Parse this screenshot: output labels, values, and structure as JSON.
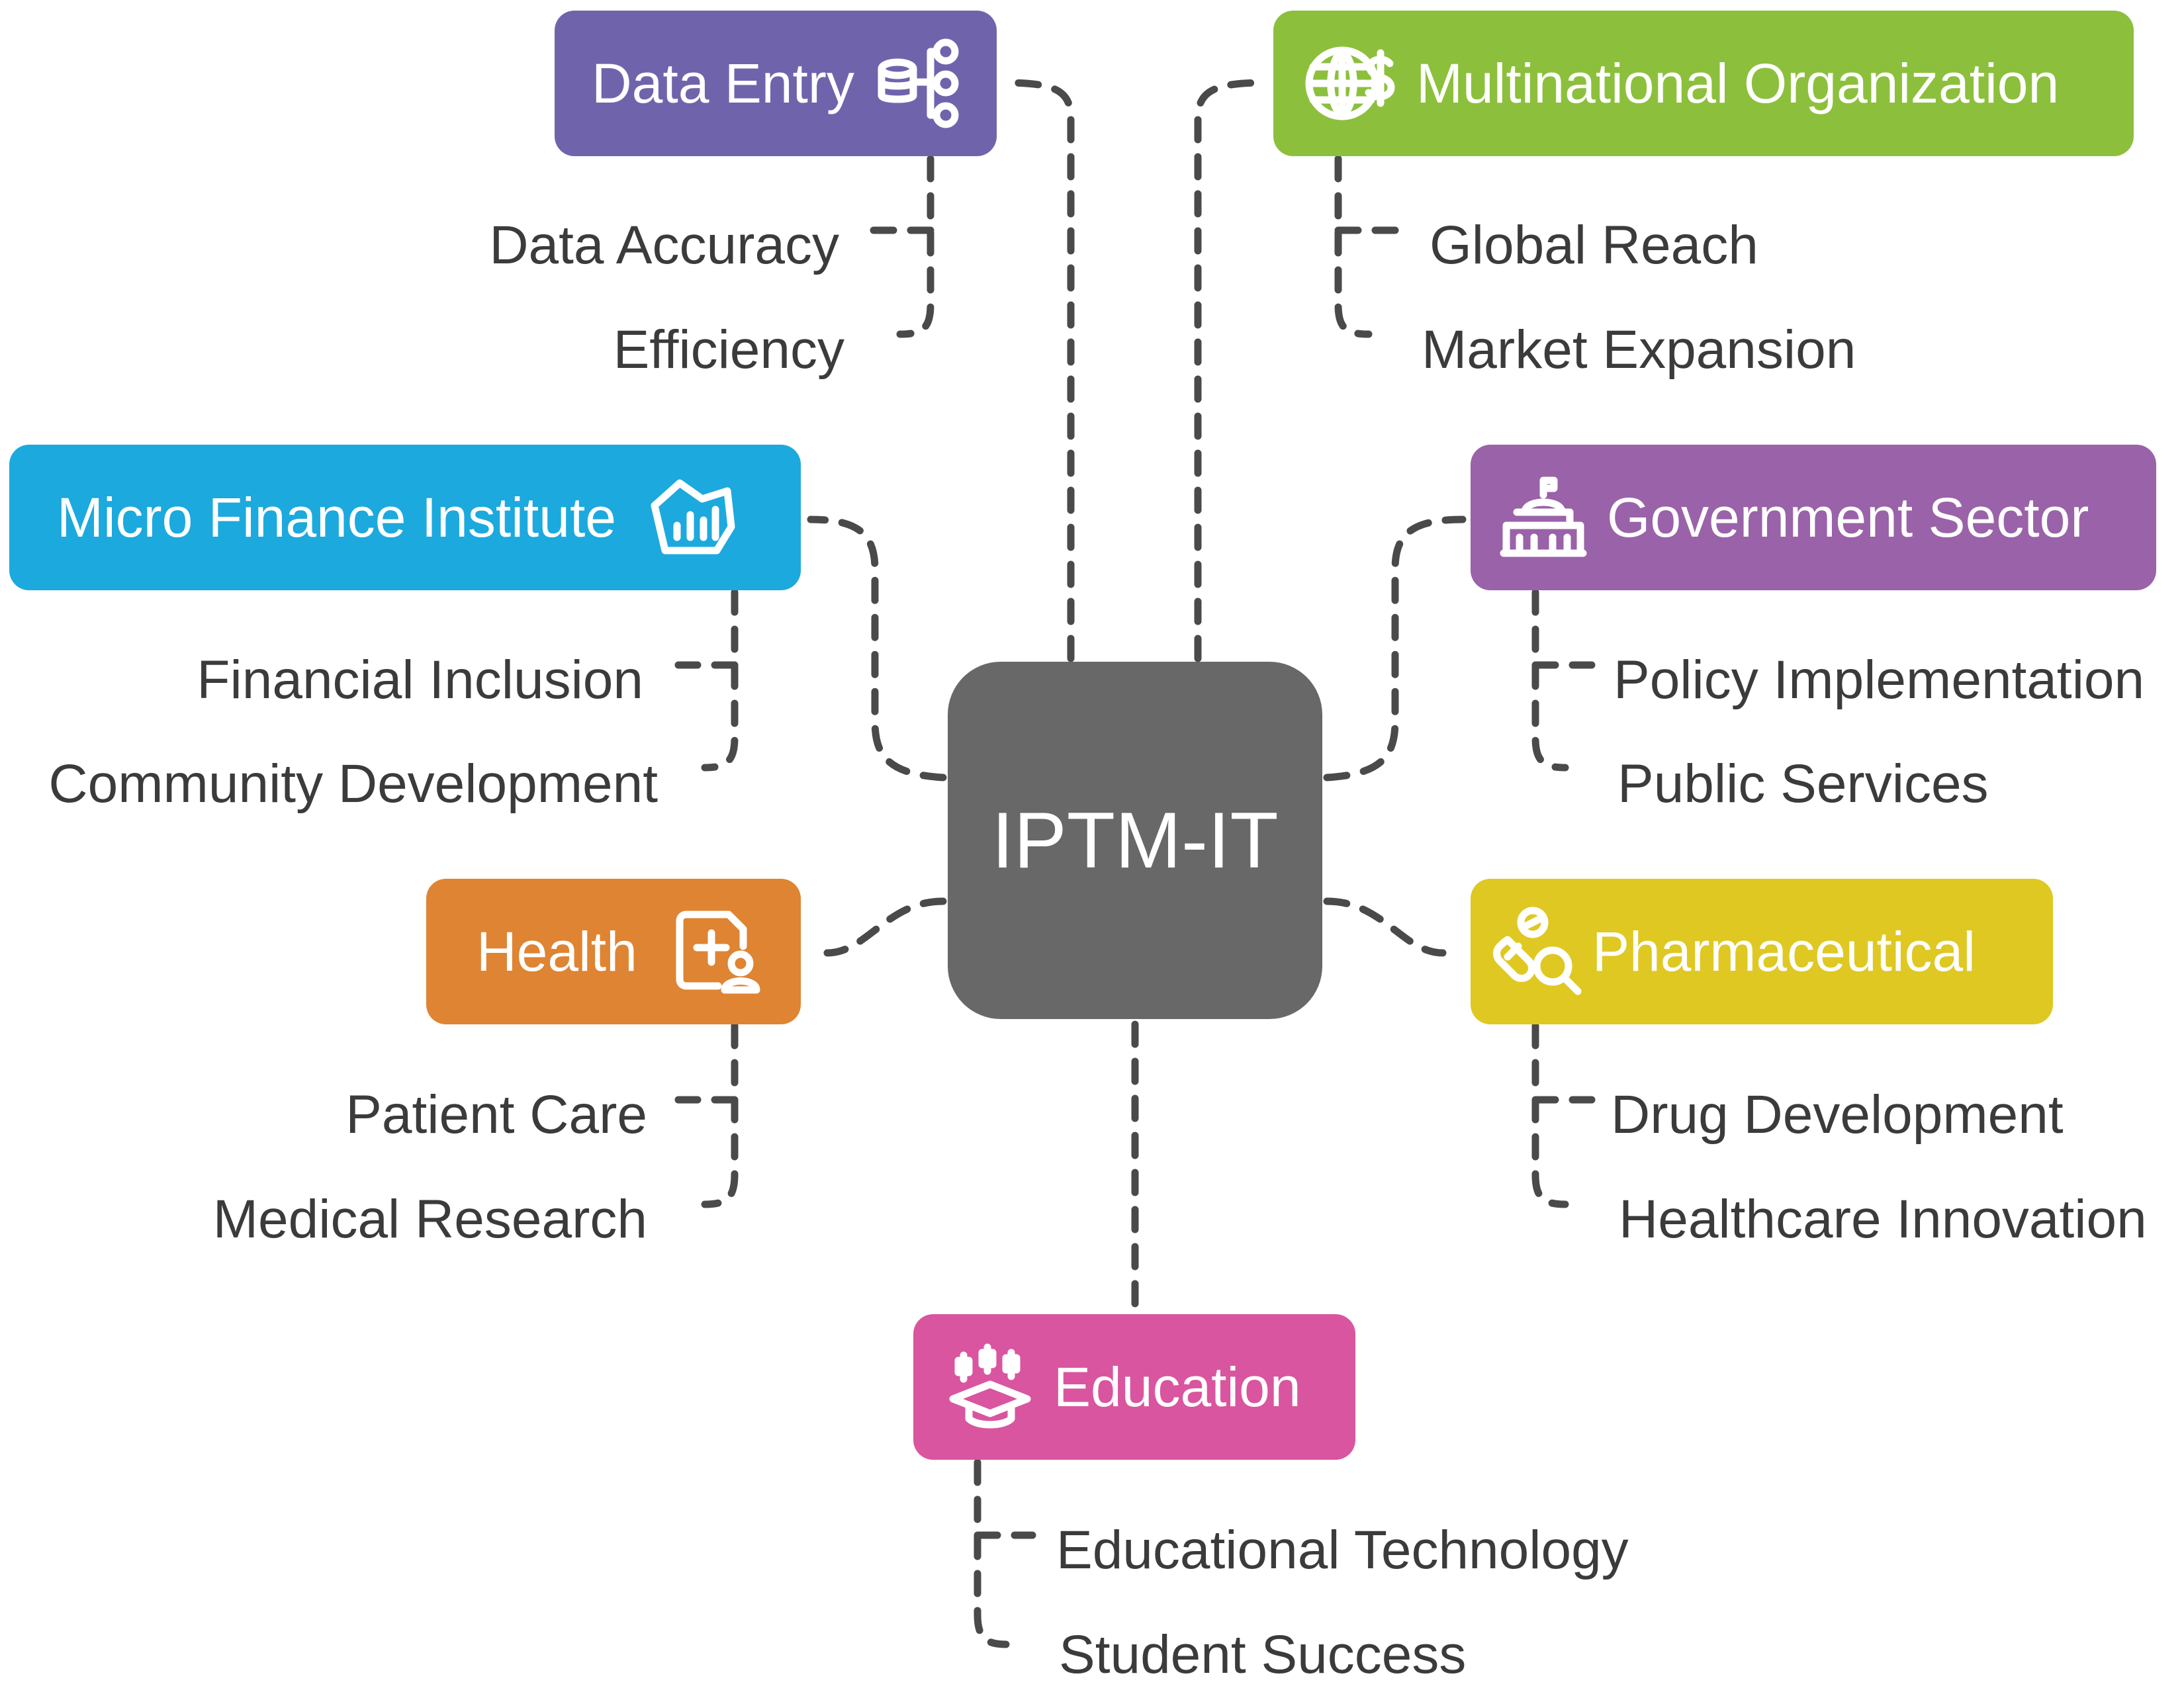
{
  "center": {
    "label": "IPTM-IT",
    "color": "#686868"
  },
  "connector_color": "#4a4a4a",
  "nodes": {
    "data_entry": {
      "label": "Data Entry",
      "icon": "database-network-icon",
      "color": "#6f64ac",
      "subitems": [
        "Data Accuracy",
        "Efficiency"
      ]
    },
    "multinational": {
      "label": "Multinational Organization",
      "icon": "globe-dollar-icon",
      "color": "#8cc03c",
      "subitems": [
        "Global Reach",
        "Market Expansion"
      ]
    },
    "micro_finance": {
      "label": "Micro Finance Institute",
      "icon": "bar-chart-box-icon",
      "color": "#1ca9de",
      "subitems": [
        "Financial Inclusion",
        "Community Development"
      ]
    },
    "government": {
      "label": "Government Sector",
      "icon": "capitol-building-icon",
      "color": "#9a62a8",
      "subitems": [
        "Policy Implementation",
        "Public Services"
      ]
    },
    "health": {
      "label": "Health",
      "icon": "medical-record-patient-icon",
      "color": "#de8432",
      "subitems": [
        "Patient Care",
        "Medical Research"
      ]
    },
    "pharmaceutical": {
      "label": "Pharmaceutical",
      "icon": "pills-magnifier-icon",
      "color": "#dfc822",
      "subitems": [
        "Drug Development",
        "Healthcare Innovation"
      ]
    },
    "education": {
      "label": "Education",
      "icon": "graduation-cap-candlestick-icon",
      "color": "#d9559f",
      "subitems": [
        "Educational Technology",
        "Student Success"
      ]
    }
  }
}
